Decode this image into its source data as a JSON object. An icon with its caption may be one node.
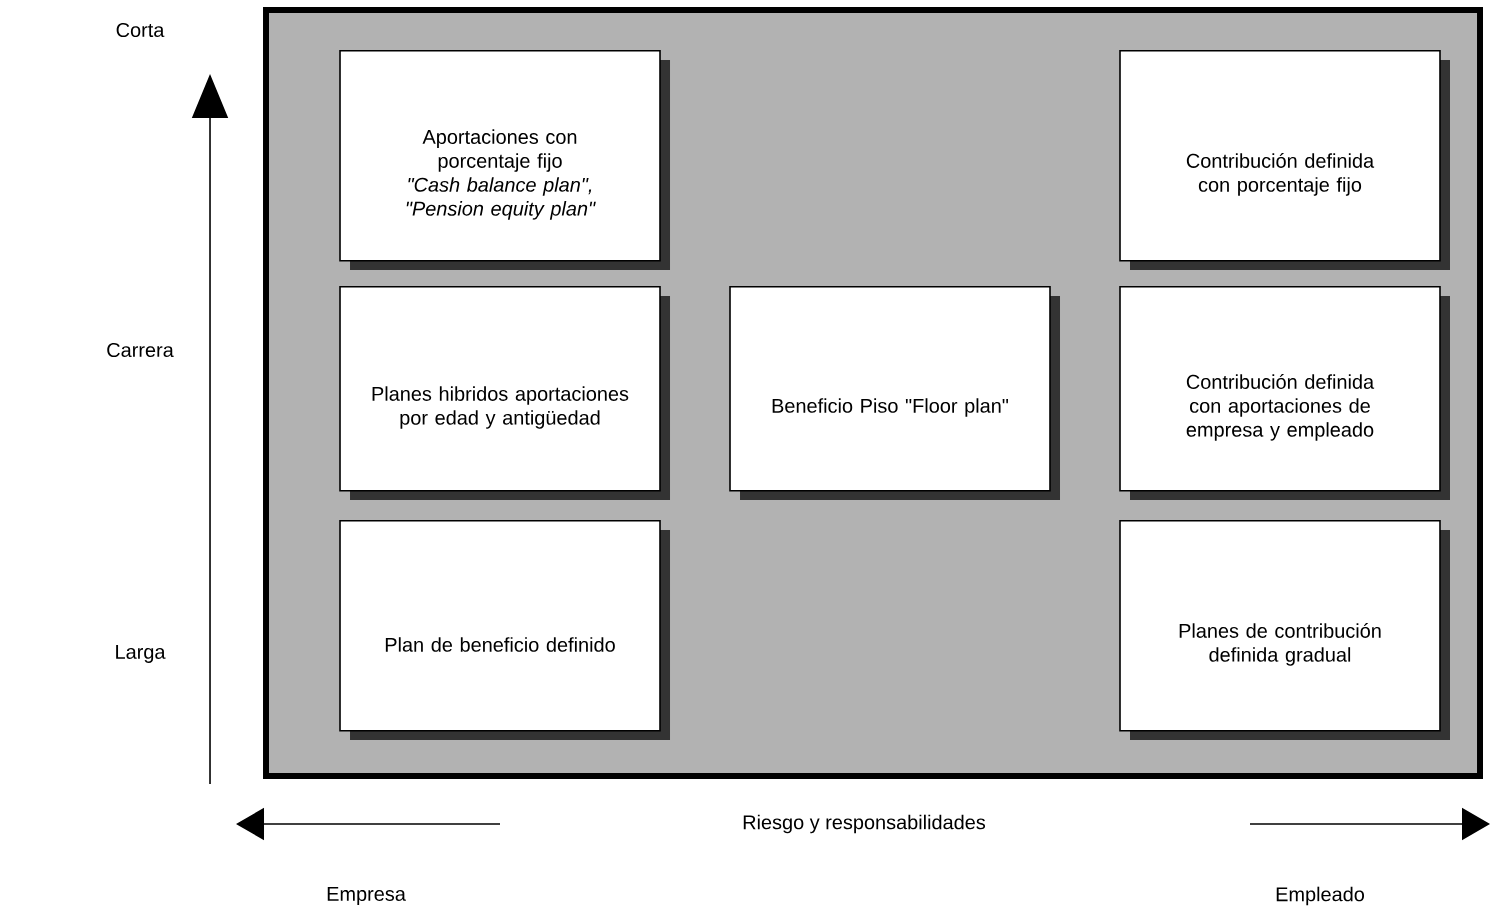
{
  "diagram": {
    "nodes": [
      {
        "text": [],
        "shape": "box"
      },
      {
        "text": [
          "Aportaciones con porcentaje fijo",
          "\"Cash balance plan\", \"Pension equity plan\""
        ],
        "in": 0
      },
      {
        "text": [
          "Planes hibridos aportaciones por edad y antigüedad"
        ],
        "in": 0
      },
      {
        "text": [
          "Plan de beneficio definido"
        ],
        "in": 0
      },
      {
        "text": [
          "Beneficio Piso \"Floor plan\""
        ],
        "in": 0
      },
      {
        "text": [
          "Contribución definida con porcentaje fijo"
        ],
        "in": 0
      },
      {
        "text": [
          "Contribución definida con aportaciones de empresa y empleado"
        ],
        "in": 0
      },
      {
        "text": [
          "Planes de contribución definida gradual"
        ],
        "in": 0
      }
    ],
    "labels": [
      "Corta",
      "Carrera",
      "Larga",
      "Riesgo y responsabilidades",
      "Empresa",
      "Empleado"
    ]
  }
}
